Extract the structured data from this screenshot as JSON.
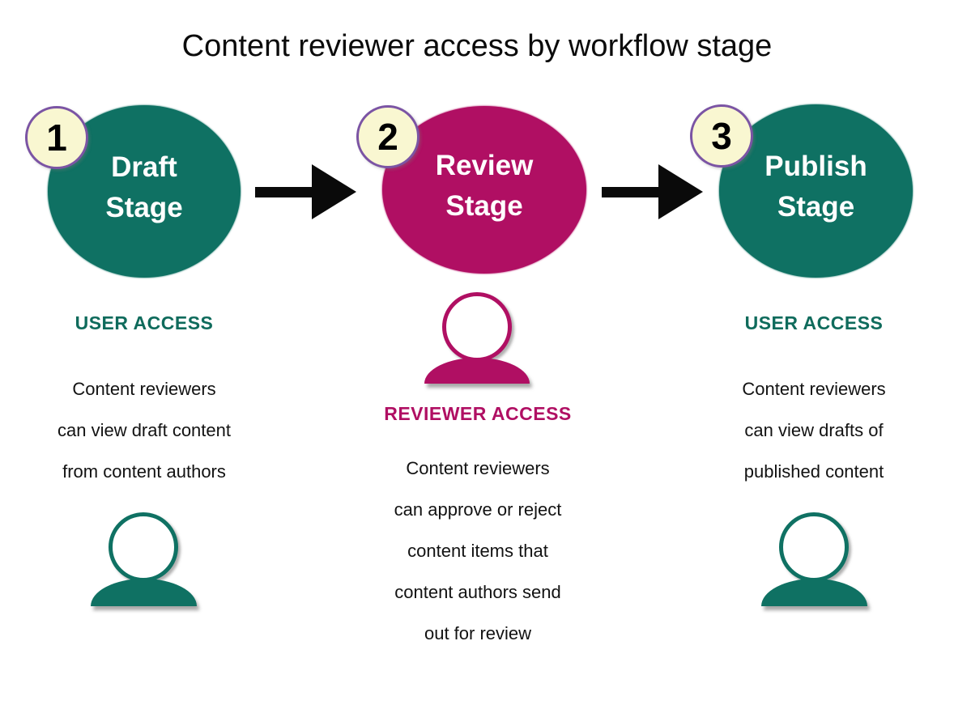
{
  "title": "Content reviewer access by workflow stage",
  "stages": [
    {
      "number": "1",
      "label": "Draft\nStage",
      "color": "#0F7163"
    },
    {
      "number": "2",
      "label": "Review\nStage",
      "color": "#B00F63"
    },
    {
      "number": "3",
      "label": "Publish\nStage",
      "color": "#0F7163"
    }
  ],
  "arrows": [
    {
      "icon": "arrow-right-icon",
      "color": "#0A0A0A"
    },
    {
      "icon": "arrow-right-icon",
      "color": "#0A0A0A"
    }
  ],
  "badge_style": {
    "fill": "#F9F7D1",
    "border": "#7B54A4",
    "number_color": "#000000"
  },
  "columns": [
    {
      "header": "USER ACCESS",
      "header_color": "#0F6B5C",
      "lines": [
        "Content reviewers",
        "can view draft content",
        "from content authors"
      ],
      "person_icon": "user-person-icon",
      "person_color": "#0F7163"
    },
    {
      "header": "REVIEWER ACCESS",
      "header_color": "#B00F63",
      "lines": [
        "Content reviewers",
        "can approve or reject",
        "content items that",
        "content authors send",
        "out for review"
      ],
      "person_icon": "reviewer-person-icon",
      "person_color": "#B00F63"
    },
    {
      "header": "USER ACCESS",
      "header_color": "#0F6B5C",
      "lines": [
        "Content reviewers",
        "can view drafts of",
        "published content"
      ],
      "person_icon": "user-person-icon",
      "person_color": "#0F7163"
    }
  ]
}
